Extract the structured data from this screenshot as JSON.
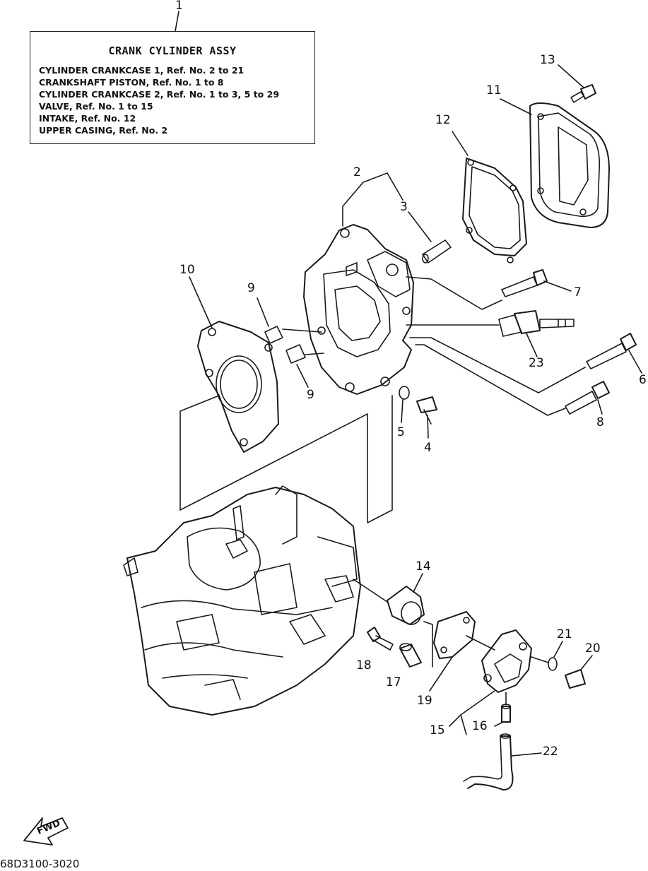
{
  "kit_box": {
    "title": "CRANK  CYLINDER ASSY",
    "lines": [
      "CYLINDER CRANKCASE 1,  Ref. No. 2 to 21",
      "CRANKSHAFT PISTON,  Ref. No. 1 to 8",
      "CYLINDER CRANKCASE 2,  Ref. No. 1 to 3, 5 to 29",
      "VALVE,   Ref. No. 1 to 15",
      "INTAKE,  Ref. No. 12",
      "UPPER CASING,  Ref. No. 2"
    ]
  },
  "callouts": {
    "c1": "1",
    "c2": "2",
    "c3": "3",
    "c4": "4",
    "c5": "5",
    "c6": "6",
    "c7": "7",
    "c8": "8",
    "c9a": "9",
    "c9b": "9",
    "c10": "10",
    "c11": "11",
    "c12": "12",
    "c13": "13",
    "c14": "14",
    "c15": "15",
    "c16": "16",
    "c17": "17",
    "c18": "18",
    "c19": "19",
    "c20": "20",
    "c21": "21",
    "c22": "22",
    "c23": "23"
  },
  "fwd_label": "FWD",
  "part_number": "68D3100-3020"
}
